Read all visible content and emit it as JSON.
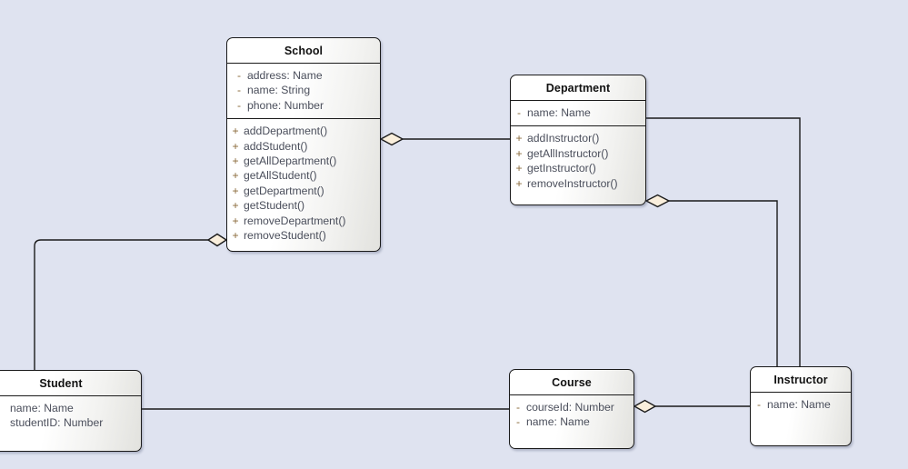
{
  "diagram": {
    "type": "uml-class-diagram",
    "background_color": "#dfe3f0",
    "class_fill_color": "#ffffff",
    "border_color": "#1a1a1a",
    "member_text_color": "#4b4f5c",
    "visibility_marker_color": "#8a6a3a",
    "diamond_fill_color": "#faefdc"
  },
  "classes": {
    "school": {
      "name": "School",
      "attributes": [
        {
          "visibility": "-",
          "text": "address: Name"
        },
        {
          "visibility": "-",
          "text": "name: String"
        },
        {
          "visibility": "-",
          "text": "phone: Number"
        }
      ],
      "methods": [
        {
          "visibility": "+",
          "text": "addDepartment()"
        },
        {
          "visibility": "+",
          "text": "addStudent()"
        },
        {
          "visibility": "+",
          "text": "getAllDepartment()"
        },
        {
          "visibility": "+",
          "text": "getAllStudent()"
        },
        {
          "visibility": "+",
          "text": "getDepartment()"
        },
        {
          "visibility": "+",
          "text": "getStudent()"
        },
        {
          "visibility": "+",
          "text": "removeDepartment()"
        },
        {
          "visibility": "+",
          "text": "removeStudent()"
        }
      ]
    },
    "department": {
      "name": "Department",
      "attributes": [
        {
          "visibility": "-",
          "text": "name: Name"
        }
      ],
      "methods": [
        {
          "visibility": "+",
          "text": "addInstructor()"
        },
        {
          "visibility": "+",
          "text": "getAllInstructor()"
        },
        {
          "visibility": "+",
          "text": "getInstructor()"
        },
        {
          "visibility": "+",
          "text": "removeInstructor()"
        }
      ]
    },
    "student": {
      "name": "Student",
      "attributes": [
        {
          "visibility": "-",
          "text": "name: Name"
        },
        {
          "visibility": "-",
          "text": "studentID: Number"
        }
      ],
      "methods": []
    },
    "course": {
      "name": "Course",
      "attributes": [
        {
          "visibility": "-",
          "text": "courseId: Number"
        },
        {
          "visibility": "-",
          "text": "name: Name"
        }
      ],
      "methods": []
    },
    "instructor": {
      "name": "Instructor",
      "attributes": [
        {
          "visibility": "-",
          "text": "name: Name"
        }
      ],
      "methods": []
    }
  },
  "relationships": [
    {
      "id": "school-department",
      "kind": "aggregation",
      "from": "School",
      "to": "Department",
      "diamond_at": "School"
    },
    {
      "id": "school-student",
      "kind": "aggregation",
      "from": "School",
      "to": "Student",
      "diamond_at": "School"
    },
    {
      "id": "department-instructor-a",
      "kind": "aggregation",
      "from": "Department",
      "to": "Instructor",
      "diamond_at": "Department"
    },
    {
      "id": "department-instructor-b",
      "kind": "association",
      "from": "Department",
      "to": "Instructor",
      "diamond_at": "none"
    },
    {
      "id": "course-instructor",
      "kind": "aggregation",
      "from": "Course",
      "to": "Instructor",
      "diamond_at": "Course"
    },
    {
      "id": "student-course",
      "kind": "association",
      "from": "Student",
      "to": "Course",
      "diamond_at": "none"
    }
  ]
}
